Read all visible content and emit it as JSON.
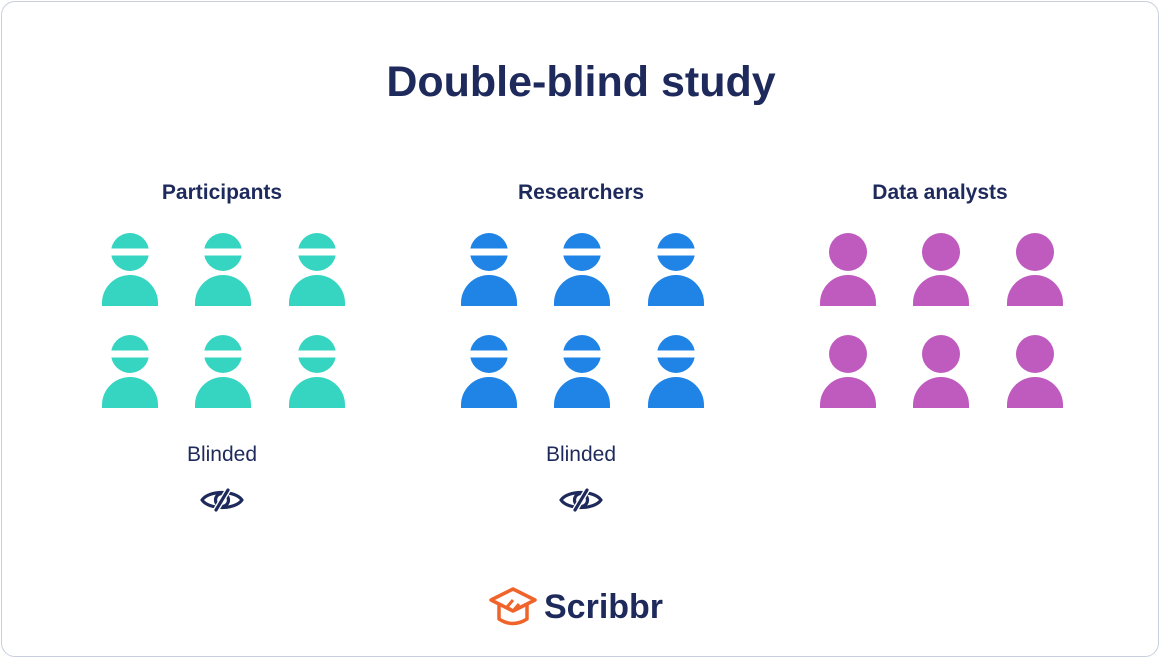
{
  "title": "Double-blind study",
  "groups": [
    {
      "label": "Participants",
      "color": "#36d5c1",
      "blinded": true,
      "status": "Blinded",
      "icon": "eye-slash-icon"
    },
    {
      "label": "Researchers",
      "color": "#1f84e6",
      "blinded": true,
      "status": "Blinded",
      "icon": "eye-slash-icon"
    },
    {
      "label": "Data analysts",
      "color": "#bf5bbf",
      "blinded": false,
      "status": "",
      "icon": ""
    }
  ],
  "people_per_group": 6,
  "brand": {
    "name": "Scribbr",
    "color": "#f0642c",
    "text_color": "#1f2a5c"
  }
}
